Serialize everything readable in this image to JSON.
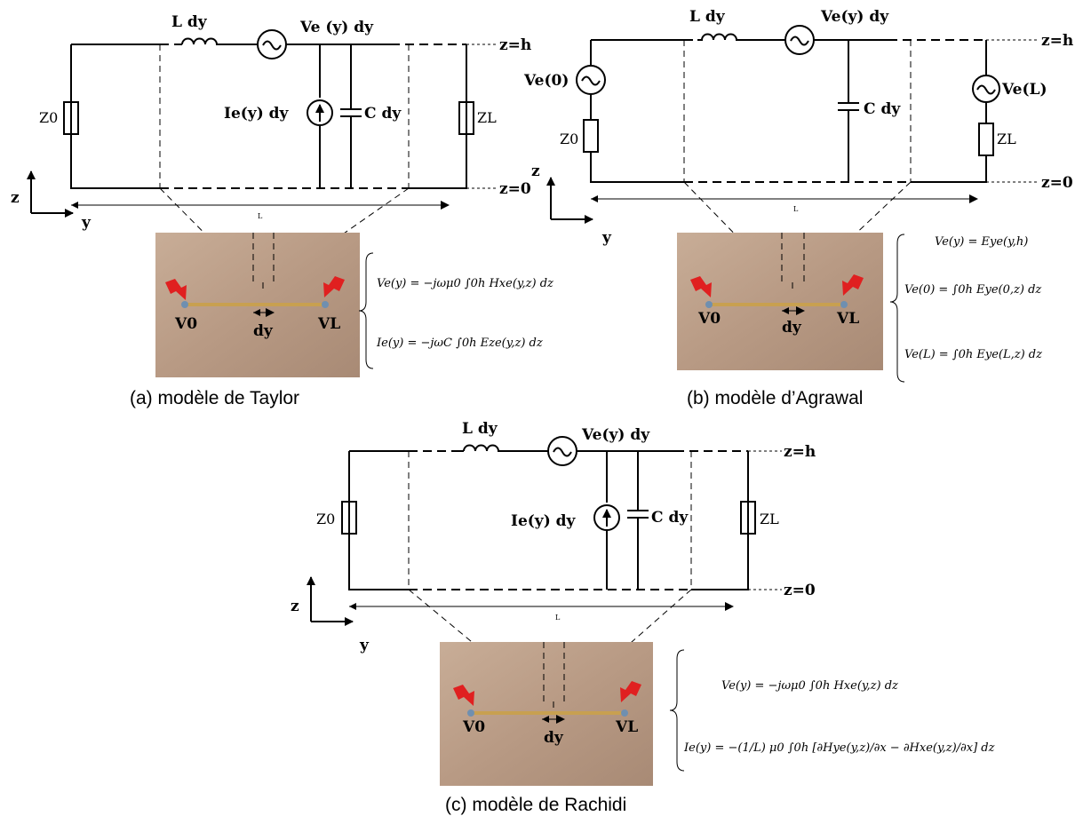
{
  "colors": {
    "ink": "#000000",
    "photo_bg": "#b89a84",
    "cable": "#c8a050",
    "bolt": "#e02020"
  },
  "icons": [
    "inductor-icon",
    "ac-source-icon",
    "current-source-icon",
    "capacitor-icon",
    "resistor-icon",
    "lightning-icon"
  ],
  "panels": [
    {
      "caption": "(a) modèle de Taylor",
      "labels": {
        "inductor": "L dy",
        "vsource": "Ve (y) dy",
        "isource": "Ie(y) dy",
        "capacitor": "C dy",
        "z0": "Z0",
        "zl": "ZL",
        "top": "z=h",
        "bottom": "z=0",
        "length": "L",
        "axis_z": "z",
        "axis_y": "y",
        "photo_v0": "V0",
        "photo_vl": "VL",
        "photo_dy": "dy"
      },
      "equations": [
        "Ve(y) = −jωμ0 ∫0h Hxe(y,z) dz",
        "Ie(y) = −jωC ∫0h Eze(y,z) dz"
      ]
    },
    {
      "caption": "(b) modèle d’Agrawal",
      "labels": {
        "inductor": "L dy",
        "vsource": "Ve(y) dy",
        "v0source": "Ve(0)",
        "vlsource": "Ve(L)",
        "capacitor": "C dy",
        "z0": "Z0",
        "zl": "ZL",
        "top": "z=h",
        "bottom": "z=0",
        "length": "L",
        "axis_z": "z",
        "axis_y": "y",
        "photo_v0": "V0",
        "photo_vl": "VL",
        "photo_dy": "dy"
      },
      "equations": [
        "Ve(y) = Eye(y,h)",
        "Ve(0) = ∫0h Eye(0,z) dz",
        "Ve(L) = ∫0h Eye(L,z) dz"
      ]
    },
    {
      "caption": "(c) modèle de Rachidi",
      "labels": {
        "inductor": "L dy",
        "vsource": "Ve(y) dy",
        "isource": "Ie(y) dy",
        "capacitor": "C dy",
        "z0": "Z0",
        "zl": "ZL",
        "top": "z=h",
        "bottom": "z=0",
        "length": "L",
        "axis_z": "z",
        "axis_y": "y",
        "photo_v0": "V0",
        "photo_vl": "VL",
        "photo_dy": "dy"
      },
      "equations": [
        "Ve(y) = −jωμ0 ∫0h Hxe(y,z) dz",
        "Ie(y) = −(1/L) μ0 ∫0h [∂Hye(y,z)/∂x − ∂Hxe(y,z)/∂x] dz"
      ]
    }
  ]
}
